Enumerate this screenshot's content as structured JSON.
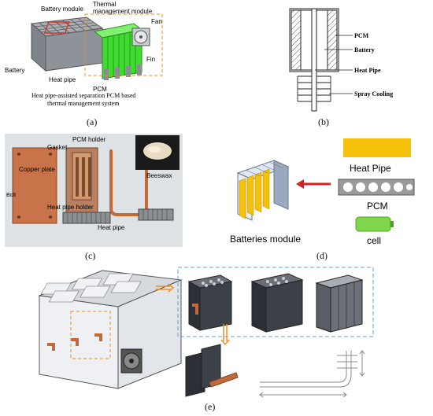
{
  "captions": {
    "a": "(a)",
    "b": "(b)",
    "c": "(c)",
    "d": "(d)",
    "e": "(e)"
  },
  "panel_a": {
    "battery_module": "Battery module",
    "thermal_module": "Thermal",
    "thermal_module_2": "management module",
    "fan": "Fan",
    "battery": "Battery",
    "heat_pipe": "Heat pipe",
    "fin": "Fin",
    "pcm": "PCM",
    "subtitle_1": "Heat pipe-assisted separation PCM based",
    "subtitle_2": "thermal management system"
  },
  "panel_b": {
    "pcm": "PCM",
    "battery": "Battery",
    "heat_pipe": "Heat Pipe",
    "spray": "Spray Cooling"
  },
  "panel_c": {
    "gasket": "Gasket",
    "pcm_holder": "PCM holder",
    "copper_plate": "Copper plate",
    "bolt": "Bolt",
    "heat_pipe_holder": "Heat pipe holder",
    "heat_pipe": "Heat pipe",
    "beeswax": "Beeswax"
  },
  "panel_d": {
    "heat_pipe": "Heat Pipe",
    "pcm": "PCM",
    "cell": "cell",
    "batteries": "Batteries module"
  },
  "colors": {
    "pcm_green": "#3fdc2f",
    "heat_pipe_yellow": "#f5c10a",
    "arrow_red": "#d81e1e",
    "cell_green": "#7fd64a",
    "dashed_blue": "#5aa0d8",
    "dashed_orange": "#e8902a",
    "copper": "#c9734a"
  }
}
